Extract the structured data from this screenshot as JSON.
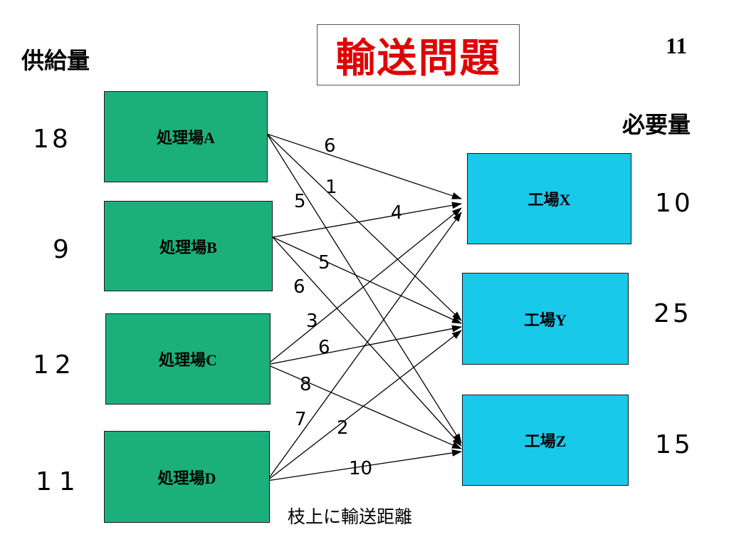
{
  "title": "輸送問題",
  "page_number": "11",
  "supply_label": "供給量",
  "demand_label": "必要量",
  "sources": [
    {
      "name": "処理場A",
      "supply": "18"
    },
    {
      "name": "処理場B",
      "supply": "9"
    },
    {
      "name": "処理場C",
      "supply": "12"
    },
    {
      "name": "処理場D",
      "supply": "11"
    }
  ],
  "destinations": [
    {
      "name": "工場X",
      "demand": "10"
    },
    {
      "name": "工場Y",
      "demand": "25"
    },
    {
      "name": "工場Z",
      "demand": "15"
    }
  ],
  "costs": {
    "A_X": "6",
    "A_Y": "1",
    "A_Z": "5",
    "B_X": "4",
    "B_Y": "5",
    "B_Z": "6",
    "C_X": "3",
    "C_Y": "6",
    "C_Z": "8",
    "D_X": "7",
    "D_Y": "2",
    "D_Z": "10"
  },
  "edge_note": "枝上に輸送距離",
  "colors": {
    "title": "#e00000",
    "source_fill": "#1bb07b",
    "destination_fill": "#18c9ea"
  }
}
